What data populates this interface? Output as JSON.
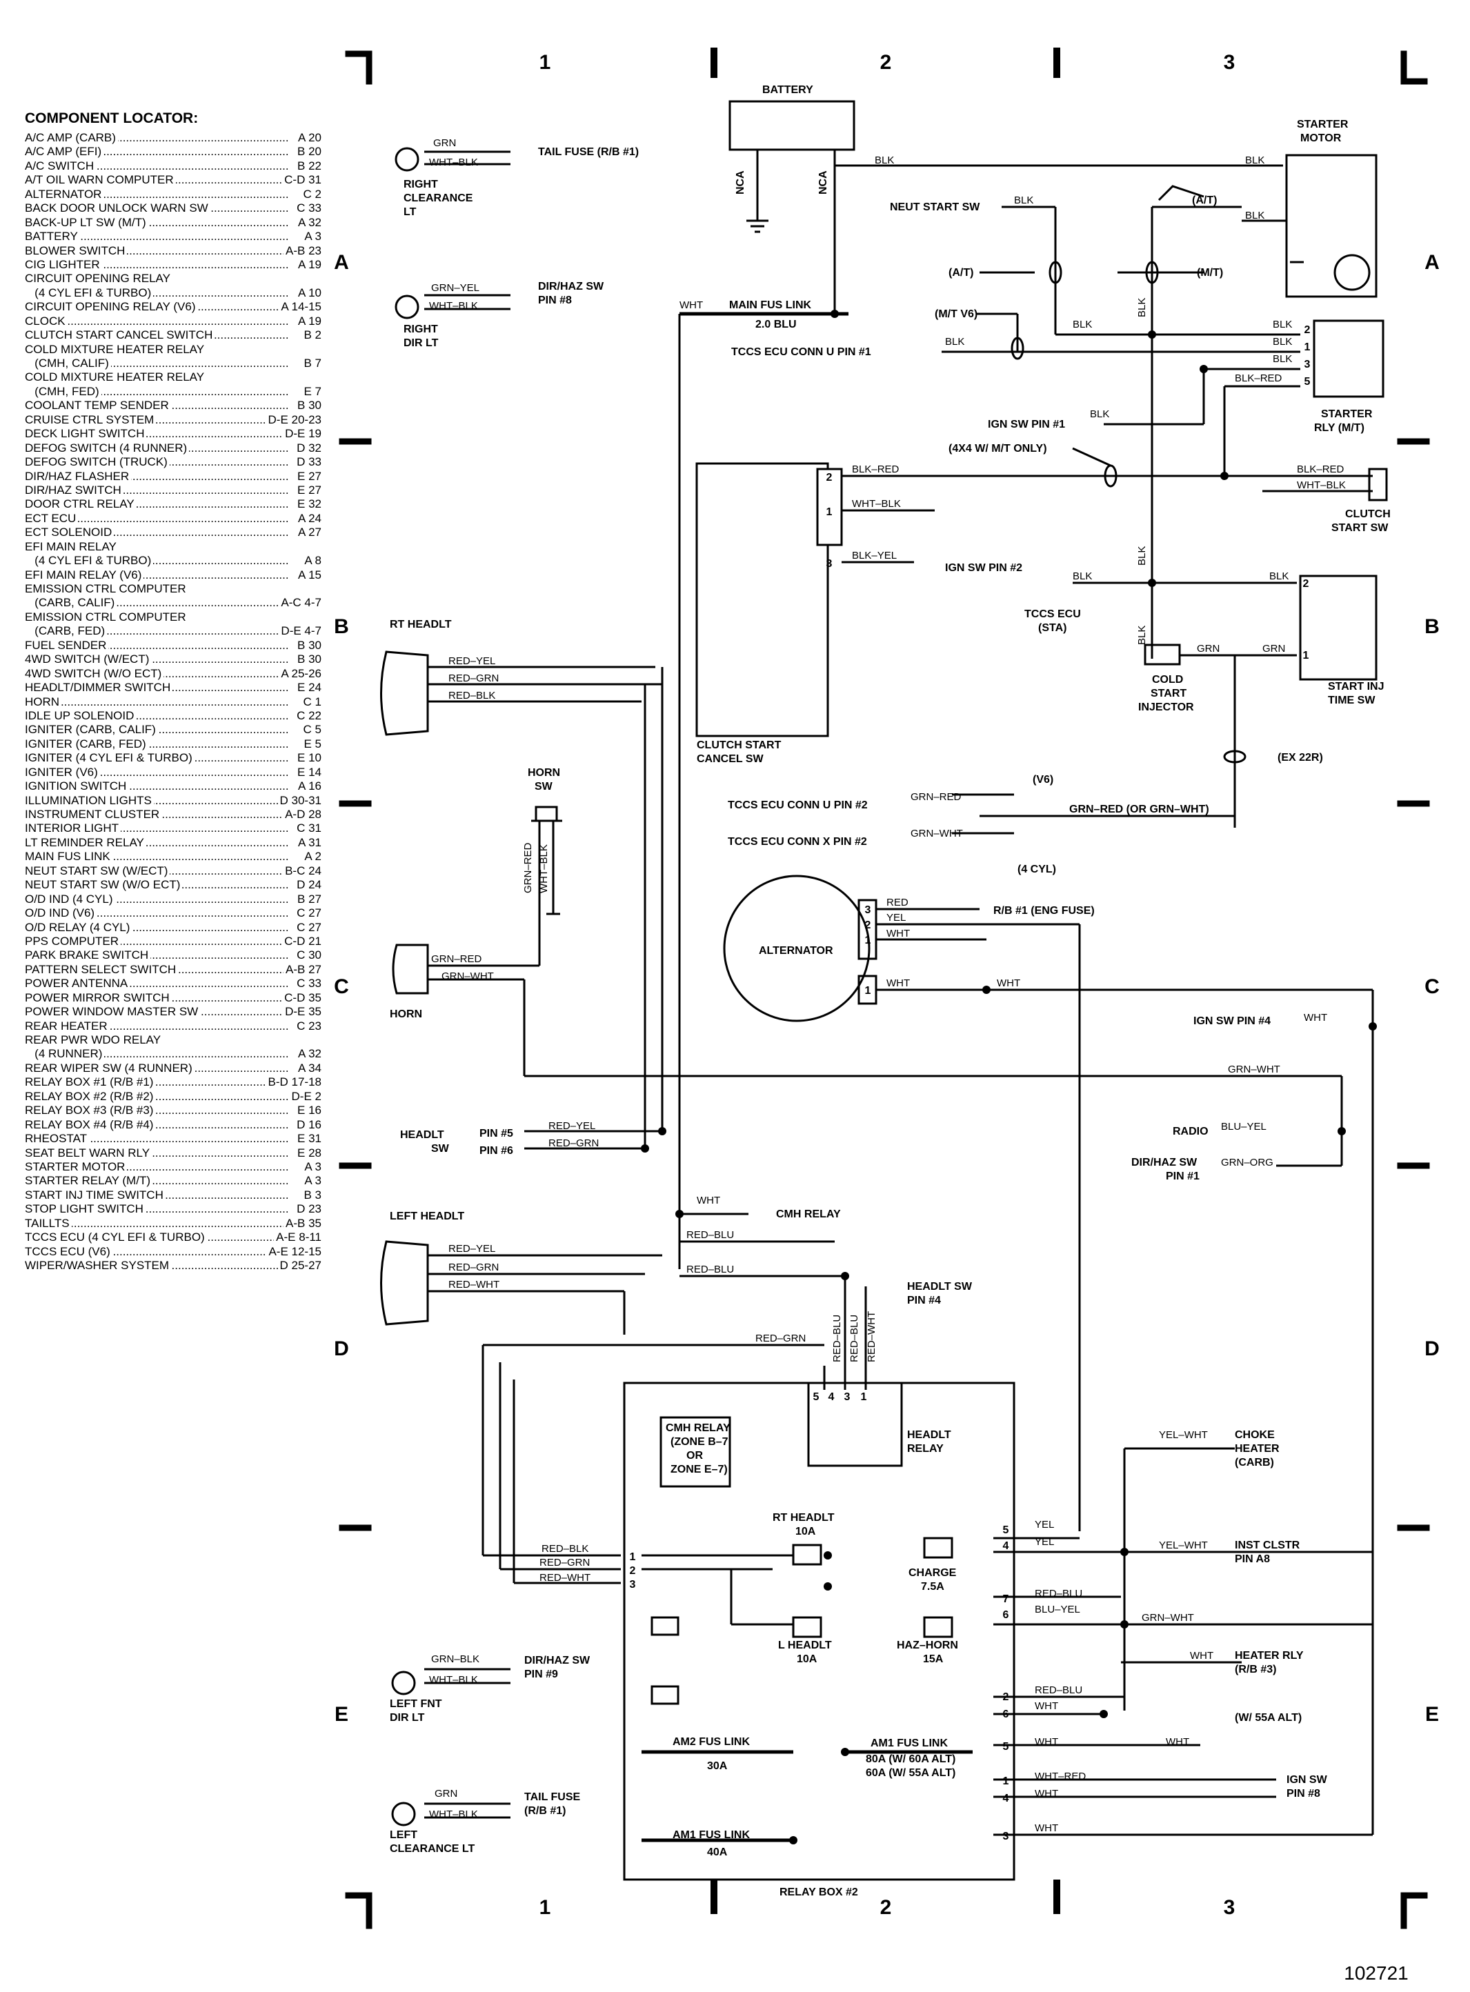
{
  "columns": [
    "1",
    "2",
    "3"
  ],
  "rows": [
    "A",
    "B",
    "C",
    "D",
    "E"
  ],
  "figure_number": "102721",
  "locator_title": "COMPONENT LOCATOR:",
  "locator_items": [
    [
      "A/C AMP (CARB)",
      "A 20"
    ],
    [
      "A/C AMP (EFI)",
      "B 20"
    ],
    [
      "A/C SWITCH",
      "B 22"
    ],
    [
      "A/T OIL WARN COMPUTER",
      "C-D 31"
    ],
    [
      "ALTERNATOR",
      "C 2"
    ],
    [
      "BACK DOOR UNLOCK WARN SW",
      "C 33"
    ],
    [
      "BACK-UP LT SW (M/T)",
      "A 32"
    ],
    [
      "BATTERY",
      "A 3"
    ],
    [
      "BLOWER SWITCH",
      "A-B 23"
    ],
    [
      "CIG LIGHTER",
      "A 19"
    ],
    [
      "CIRCUIT OPENING RELAY",
      ""
    ],
    [
      "   (4 CYL EFI & TURBO)",
      "A 10"
    ],
    [
      "CIRCUIT OPENING RELAY (V6)",
      "A 14-15"
    ],
    [
      "CLOCK",
      "A 19"
    ],
    [
      "CLUTCH START CANCEL SWITCH",
      "B 2"
    ],
    [
      "COLD MIXTURE HEATER RELAY",
      ""
    ],
    [
      "   (CMH, CALIF)",
      "B 7"
    ],
    [
      "COLD MIXTURE HEATER RELAY",
      ""
    ],
    [
      "   (CMH, FED)",
      "E 7"
    ],
    [
      "COOLANT TEMP SENDER",
      "B 30"
    ],
    [
      "CRUISE CTRL SYSTEM",
      "D-E 20-23"
    ],
    [
      "DECK LIGHT SWITCH",
      "D-E 19"
    ],
    [
      "DEFOG SWITCH (4 RUNNER)",
      "D 32"
    ],
    [
      "DEFOG SWITCH (TRUCK)",
      "D 33"
    ],
    [
      "DIR/HAZ FLASHER",
      "E 27"
    ],
    [
      "DIR/HAZ SWITCH",
      "E 27"
    ],
    [
      "DOOR CTRL RELAY",
      "E 32"
    ],
    [
      "ECT ECU",
      "A 24"
    ],
    [
      "ECT SOLENOID",
      "A 27"
    ],
    [
      "EFI MAIN RELAY",
      ""
    ],
    [
      "   (4 CYL EFI & TURBO)",
      "A 8"
    ],
    [
      "EFI MAIN RELAY (V6)",
      "A 15"
    ],
    [
      "EMISSION CTRL COMPUTER",
      ""
    ],
    [
      "   (CARB, CALIF)",
      "A-C 4-7"
    ],
    [
      "EMISSION CTRL COMPUTER",
      ""
    ],
    [
      "   (CARB, FED)",
      "D-E 4-7"
    ],
    [
      "FUEL SENDER",
      "B 30"
    ],
    [
      "4WD SWITCH (W/ECT)",
      "B 30"
    ],
    [
      "4WD SWITCH (W/O ECT)",
      "A 25-26"
    ],
    [
      "HEADLT/DIMMER SWITCH",
      "E 24"
    ],
    [
      "HORN",
      "C 1"
    ],
    [
      "IDLE UP SOLENOID",
      "C 22"
    ],
    [
      "IGNITER (CARB, CALIF)",
      "C 5"
    ],
    [
      "IGNITER (CARB, FED)",
      "E 5"
    ],
    [
      "IGNITER (4 CYL EFI & TURBO)",
      "E 10"
    ],
    [
      "IGNITER (V6)",
      "E 14"
    ],
    [
      "IGNITION SWITCH",
      "A 16"
    ],
    [
      "ILLUMINATION LIGHTS",
      "D 30-31"
    ],
    [
      "INSTRUMENT CLUSTER",
      "A-D 28"
    ],
    [
      "INTERIOR LIGHT",
      "C 31"
    ],
    [
      "LT REMINDER RELAY",
      "A 31"
    ],
    [
      "MAIN FUS LINK",
      "A 2"
    ],
    [
      "NEUT START SW (W/ECT)",
      "B-C 24"
    ],
    [
      "NEUT START SW (W/O ECT)",
      "D 24"
    ],
    [
      "O/D IND (4 CYL)",
      "B 27"
    ],
    [
      "O/D IND (V6)",
      "C 27"
    ],
    [
      "O/D RELAY (4 CYL)",
      "C 27"
    ],
    [
      "PPS COMPUTER",
      "C-D 21"
    ],
    [
      "PARK BRAKE SWITCH",
      "C 30"
    ],
    [
      "PATTERN SELECT SWITCH",
      "A-B 27"
    ],
    [
      "POWER ANTENNA",
      "C 33"
    ],
    [
      "POWER MIRROR SWITCH",
      "C-D 35"
    ],
    [
      "POWER WINDOW MASTER SW",
      "D-E 35"
    ],
    [
      "REAR HEATER",
      "C 23"
    ],
    [
      "REAR PWR WDO RELAY",
      ""
    ],
    [
      "   (4 RUNNER)",
      "A 32"
    ],
    [
      "REAR WIPER SW (4 RUNNER)",
      "A 34"
    ],
    [
      "RELAY BOX #1 (R/B #1)",
      "B-D 17-18"
    ],
    [
      "RELAY BOX #2 (R/B #2)",
      "D-E 2"
    ],
    [
      "RELAY BOX #3 (R/B #3)",
      "E 16"
    ],
    [
      "RELAY BOX #4 (R/B #4)",
      "D 16"
    ],
    [
      "RHEOSTAT",
      "E 31"
    ],
    [
      "SEAT BELT WARN RLY",
      "E 28"
    ],
    [
      "STARTER MOTOR",
      "A 3"
    ],
    [
      "STARTER RELAY (M/T)",
      "A 3"
    ],
    [
      "START INJ TIME SWITCH",
      "B 3"
    ],
    [
      "STOP LIGHT SWITCH",
      "D 23"
    ],
    [
      "TAILLTS",
      "A-B 35"
    ],
    [
      "TCCS ECU (4 CYL EFI & TURBO)",
      "A-E 8-11"
    ],
    [
      "TCCS ECU (V6)",
      "A-E 12-15"
    ],
    [
      "WIPER/WASHER SYSTEM",
      "D 25-27"
    ]
  ],
  "labels": {
    "battery": "BATTERY",
    "nca": "NCA",
    "starter_motor": [
      "STARTER",
      "MOTOR"
    ],
    "tail_fuse_rb1": "TAIL FUSE (R/B #1)",
    "right_clearance": [
      "RIGHT",
      "CLEARANCE",
      "LT"
    ],
    "dir_haz_sw_pin8": [
      "DIR/HAZ SW",
      "PIN #8"
    ],
    "right_dir_lt": [
      "RIGHT",
      "DIR LT"
    ],
    "neut_start_sw": "NEUT START SW",
    "at": "(A/T)",
    "mt": "(M/T)",
    "main_fus_link": "MAIN FUS LINK",
    "blu_20": "2.0 BLU",
    "mt_v6": "(M/T V6)",
    "tccs_ecu_conn_u_pin1": "TCCS ECU CONN U PIN #1",
    "starter_rly": [
      "STARTER",
      "RLY (M/T)"
    ],
    "ign_sw_pin1": "IGN SW PIN #1",
    "x4_mt_only": "(4X4 W/ M/T ONLY)",
    "clutch_start_sw": [
      "CLUTCH",
      "START SW"
    ],
    "ign_sw_pin2": "IGN SW PIN #2",
    "clutch_start_cancel_sw": [
      "CLUTCH START",
      "CANCEL SW"
    ],
    "tccs_ecu_sta": [
      "TCCS ECU",
      "(STA)"
    ],
    "cold_start_injector": [
      "COLD",
      "START",
      "INJECTOR"
    ],
    "start_inj_time_sw": [
      "START INJ",
      "TIME SW"
    ],
    "rt_headlt": "RT HEADLT",
    "horn_sw": [
      "HORN",
      "SW"
    ],
    "v6": "(V6)",
    "ex22r": "(EX 22R)",
    "tccs_ecu_conn_u_pin2": "TCCS ECU CONN U PIN #2",
    "tccs_ecu_conn_x_pin2": "TCCS ECU CONN X PIN #2",
    "grn_red_or": "GRN–RED (OR GRN–WHT)",
    "four_cyl": "(4 CYL)",
    "alternator": "ALTERNATOR",
    "rb1_eng_fuse": "R/B #1 (ENG FUSE)",
    "horn": "HORN",
    "ign_sw_pin4": "IGN SW PIN #4",
    "radio": "RADIO",
    "dir_haz_sw_pin1": [
      "DIR/HAZ SW",
      "PIN #1"
    ],
    "headlt_sw": [
      "HEADLT",
      "SW"
    ],
    "pin5": "PIN #5",
    "pin6": "PIN #6",
    "cmh_relay": "CMH RELAY",
    "left_headlt": "LEFT HEADLT",
    "headlt_sw_pin4": [
      "HEADLT SW",
      "PIN #4"
    ],
    "cmh_relay_box": [
      "CMH RELAY",
      "(ZONE B–7",
      "OR",
      "ZONE E–7)"
    ],
    "headlt_relay": [
      "HEADLT",
      "RELAY"
    ],
    "choke_heater": [
      "CHOKE",
      "HEATER",
      "(CARB)"
    ],
    "rt_headlt_fuse": [
      "RT HEADLT",
      "10A"
    ],
    "charge_fuse": [
      "CHARGE",
      "7.5A"
    ],
    "inst_clstr": [
      "INST CLSTR",
      "PIN A8"
    ],
    "l_headlt_fuse": [
      "L HEADLT",
      "10A"
    ],
    "haz_horn_fuse": [
      "HAZ–HORN",
      "15A"
    ],
    "heater_rly": [
      "HEATER RLY",
      "(R/B #3)"
    ],
    "w55a_alt": "(W/ 55A ALT)",
    "am2_fus_link": [
      "AM2 FUS LINK",
      "30A"
    ],
    "am1_fus_link_a": [
      "AM1 FUS LINK",
      "80A (W/ 60A ALT)",
      "60A (W/ 55A ALT)"
    ],
    "ign_sw_pin8": [
      "IGN SW",
      "PIN #8"
    ],
    "am1_fus_link_b": [
      "AM1 FUS LINK",
      "40A"
    ],
    "relay_box_2": "RELAY BOX #2",
    "dir_haz_sw_pin9": [
      "DIR/HAZ SW",
      "PIN #9"
    ],
    "left_fnt_dir_lt": [
      "LEFT FNT",
      "DIR LT"
    ],
    "tail_fuse_rb1_b": [
      "TAIL FUSE",
      "(R/B #1)"
    ],
    "left_clearance_lt": [
      "LEFT",
      "CLEARANCE LT"
    ]
  },
  "wire_colors": {
    "blk": "BLK",
    "grn": "GRN",
    "wht": "WHT",
    "wht_blk": "WHT–BLK",
    "grn_yel": "GRN–YEL",
    "blk_red": "BLK–RED",
    "blk_yel": "BLK–YEL",
    "red_yel": "RED–YEL",
    "red_grn": "RED–GRN",
    "red_blk": "RED–BLK",
    "red_wht": "RED–WHT",
    "grn_red": "GRN–RED",
    "grn_wht": "GRN–WHT",
    "red": "RED",
    "yel": "YEL",
    "blu_yel": "BLU–YEL",
    "grn_org": "GRN–ORG",
    "red_blu": "RED–BLU",
    "yel_wht": "YEL–WHT",
    "wht_red": "WHT–RED",
    "grn_blk": "GRN–BLK"
  }
}
